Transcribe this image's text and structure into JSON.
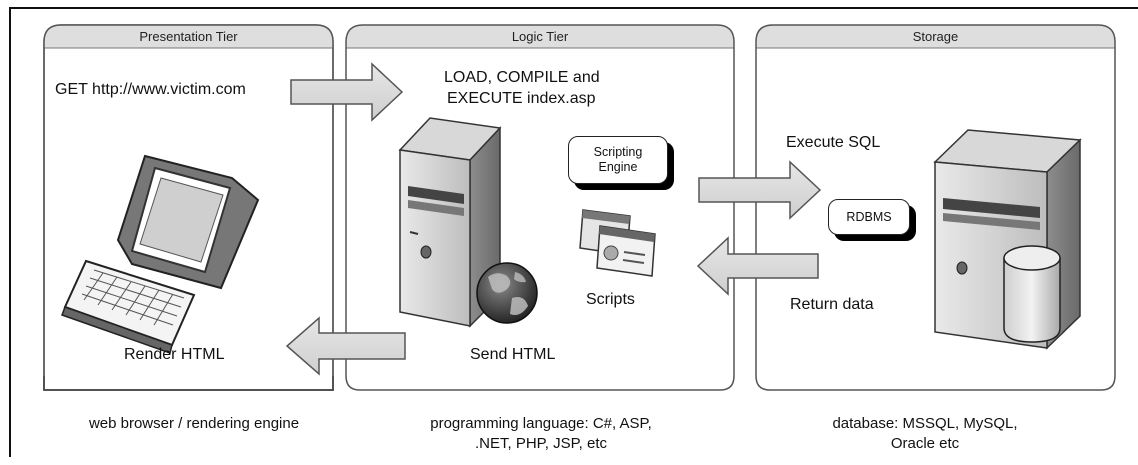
{
  "tiers": {
    "presentation": {
      "title": "Presentation Tier",
      "request": "GET http://www.victim.com",
      "render": "Render HTML",
      "caption": "web browser / rendering engine"
    },
    "logic": {
      "title": "Logic Tier",
      "load_line1": "LOAD, COMPILE and",
      "load_line2": "EXECUTE index.asp",
      "engine_line1": "Scripting",
      "engine_line2": "Engine",
      "scripts": "Scripts",
      "send": "Send HTML",
      "caption_line1": "programming language: C#, ASP,",
      "caption_line2": ".NET, PHP, JSP, etc"
    },
    "storage": {
      "title": "Storage",
      "execute": "Execute SQL",
      "rdbms": "RDBMS",
      "return": "Return data",
      "caption_line1": "database: MSSQL, MySQL,",
      "caption_line2": "Oracle etc"
    }
  }
}
